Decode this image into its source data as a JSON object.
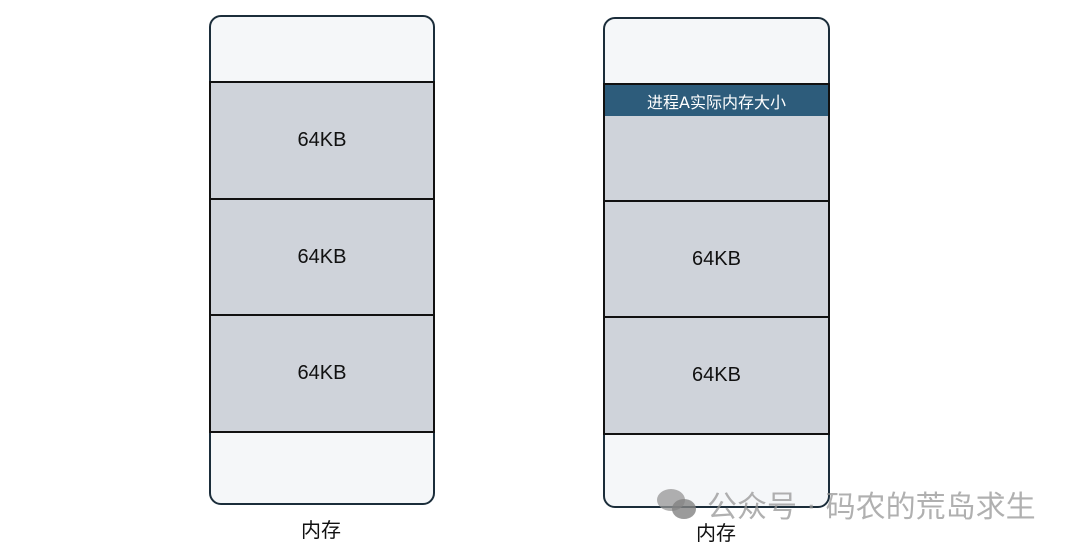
{
  "left_memory": {
    "blocks": [
      "64KB",
      "64KB",
      "64KB"
    ],
    "label": "内存"
  },
  "right_memory": {
    "highlight": "进程A实际内存大小",
    "blocks": [
      "",
      "64KB",
      "64KB"
    ],
    "label": "内存"
  },
  "watermark": {
    "text": "公众号 · 码农的荒岛求生"
  },
  "colors": {
    "block": "#cfd3da",
    "highlight": "#2d5c7b",
    "container": "#f5f7f9"
  }
}
